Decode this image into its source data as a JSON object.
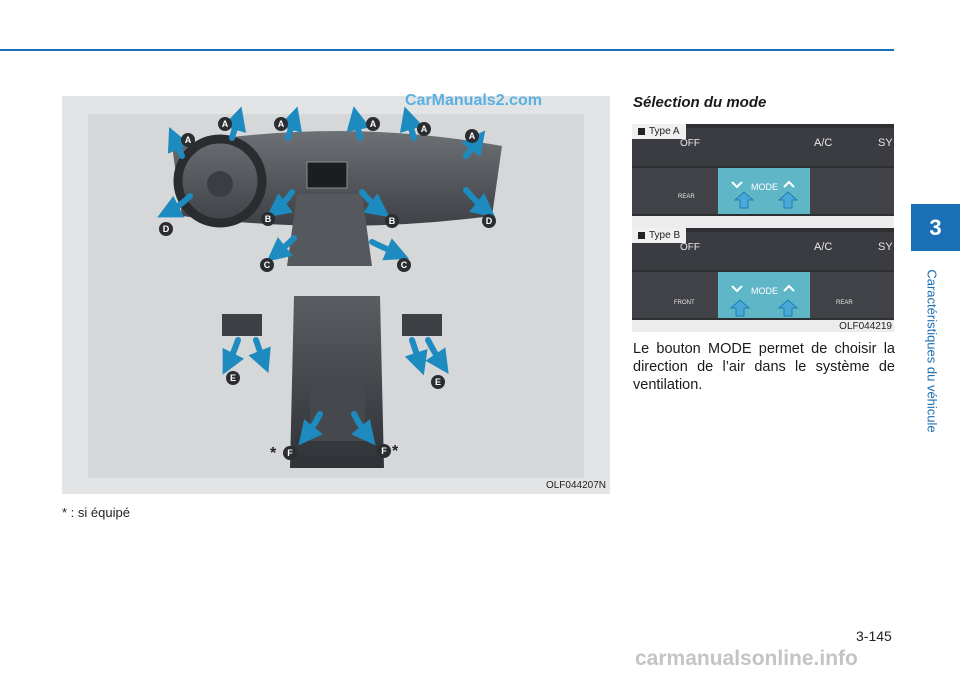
{
  "watermark": "CarManuals2.com",
  "left_figure": {
    "code": "OLF044207N",
    "labels": [
      "A",
      "A",
      "A",
      "A",
      "A",
      "A",
      "B",
      "B",
      "C",
      "C",
      "D",
      "D",
      "E",
      "E",
      "F",
      "F"
    ],
    "asterisk": "*"
  },
  "footnote": "* : si équipé",
  "section_title": "Sélection du mode",
  "right_figure": {
    "type_a": "Type A",
    "type_b": "Type B",
    "code": "OLF044219",
    "panel_labels": {
      "off": "OFF",
      "ac": "A/C",
      "sync": "SY",
      "mode": "MODE",
      "rear": "REAR",
      "front": "FRONT"
    }
  },
  "paragraph": "Le bouton MODE permet de choisir la direction de l’air dans le système de ventilation.",
  "chapter": {
    "number": "3",
    "title": "Caractéristiques du véhicule"
  },
  "page_number": "3-145",
  "footer_site": "carmanualsonline.info",
  "colors": {
    "accent": "#1b6fb5",
    "arrow": "#1e8bc0",
    "panel": "#2d2f33",
    "mode_display": "#5fb6c6"
  }
}
